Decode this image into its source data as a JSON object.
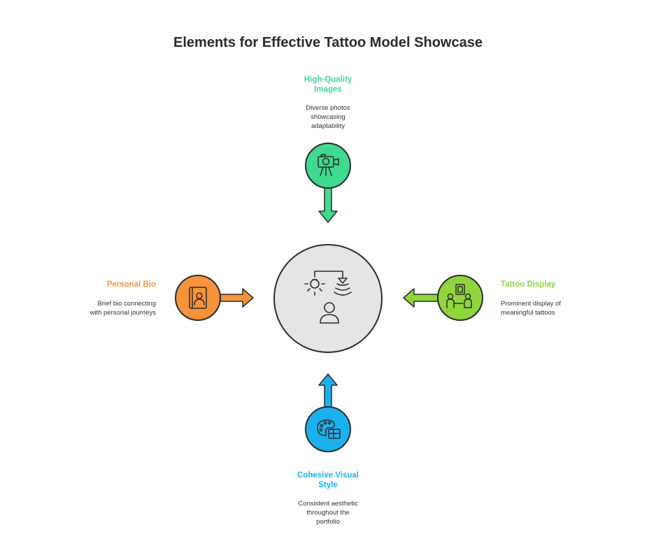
{
  "title": "Elements for Effective Tattoo Model Showcase",
  "colors": {
    "top": "#3fd98f",
    "left": "#f7933b",
    "right": "#8fd63c",
    "bottom": "#1ab2ee",
    "center": "#e5e5e5",
    "outline": "#2b2b2b"
  },
  "nodes": {
    "top": {
      "heading_line1": "High-Quality",
      "heading_line2": "Images",
      "desc_line1": "Diverse photos",
      "desc_line2": "showcasing",
      "desc_line3": "adaptability",
      "icon": "camera-tripod-icon"
    },
    "left": {
      "heading": "Personal Bio",
      "desc_line1": "Brief bio connecting",
      "desc_line2": "with personal journeys",
      "icon": "profile-book-icon"
    },
    "right": {
      "heading": "Tattoo Display",
      "desc_line1": "Prominent display of",
      "desc_line2": "meaningful tattoos",
      "icon": "people-display-icon"
    },
    "bottom": {
      "heading_line1": "Cohesive Visual",
      "heading_line2": "Style",
      "desc_line1": "Consistent aesthetic",
      "desc_line2": "throughout the",
      "desc_line3": "portfolio",
      "icon": "palette-layout-icon"
    }
  },
  "center_icon": "model-spotlight-icon"
}
